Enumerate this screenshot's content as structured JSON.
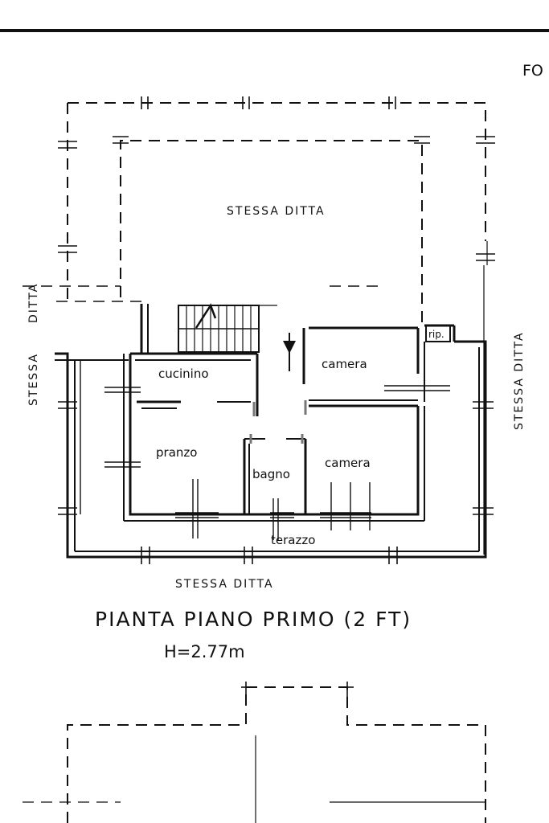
{
  "labels": {
    "corner_top_right": "FO",
    "neighbor_top": "STESSA DITTA",
    "neighbor_left_outer": "DITTA",
    "neighbor_left": "STESSA",
    "neighbor_right": "STESSA DITTA",
    "neighbor_bottom": "STESSA DITTA",
    "small_room": "rip.",
    "room_kitchen": "cucinino",
    "room_bedroom_1": "camera",
    "room_dining": "pranzo",
    "room_bath": "bagno",
    "room_bedroom_2": "camera",
    "terrace": "terazzo"
  },
  "title": {
    "plan_name": "PIANTA PIANO PRIMO (2 FT)",
    "height": "H=2.77m"
  }
}
